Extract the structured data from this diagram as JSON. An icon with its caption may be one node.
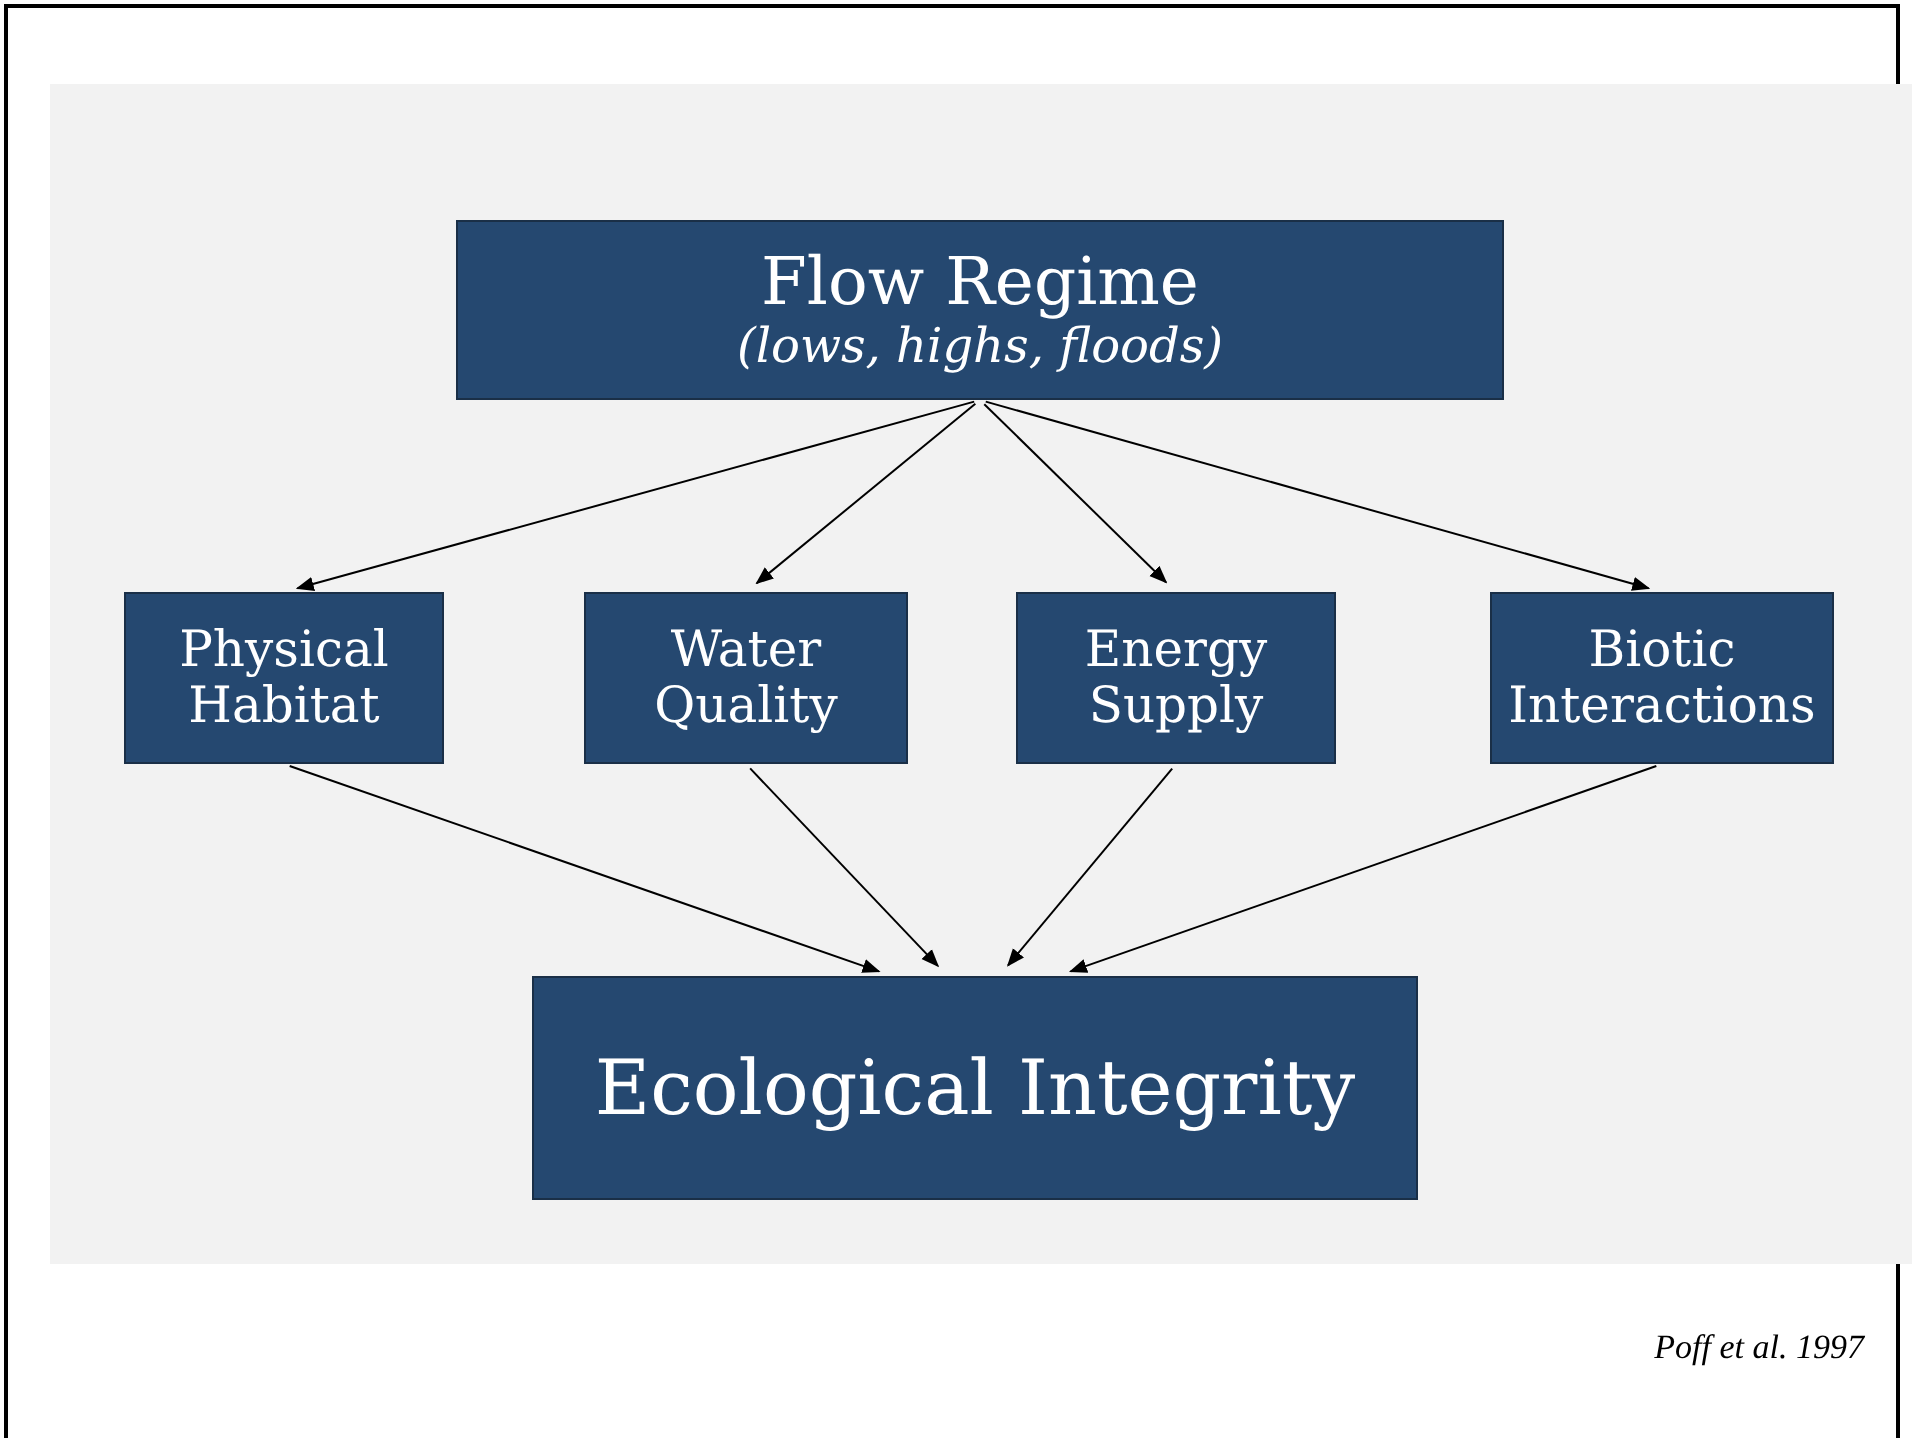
{
  "diagram": {
    "caption": "Poff et al. 1997",
    "nodes": [
      {
        "text": [
          "Flow Regime",
          "(lows, highs, floods)"
        ]
      },
      {
        "text": [
          "Physical Habitat"
        ]
      },
      {
        "text": [
          "Water Quality"
        ]
      },
      {
        "text": [
          "Energy Supply"
        ]
      },
      {
        "text": [
          "Biotic Interactions"
        ]
      },
      {
        "text": [
          "Ecological Integrity"
        ]
      }
    ],
    "edges": [
      {
        "from": 0,
        "to": 1,
        "arrow": "to"
      },
      {
        "from": 0,
        "to": 2,
        "arrow": "to"
      },
      {
        "from": 0,
        "to": 3,
        "arrow": "to"
      },
      {
        "from": 0,
        "to": 4,
        "arrow": "to"
      },
      {
        "from": 1,
        "to": 5,
        "arrow": "to"
      },
      {
        "from": 2,
        "to": 5,
        "arrow": "to"
      },
      {
        "from": 3,
        "to": 5,
        "arrow": "to"
      },
      {
        "from": 4,
        "to": 5,
        "arrow": "to"
      }
    ]
  }
}
